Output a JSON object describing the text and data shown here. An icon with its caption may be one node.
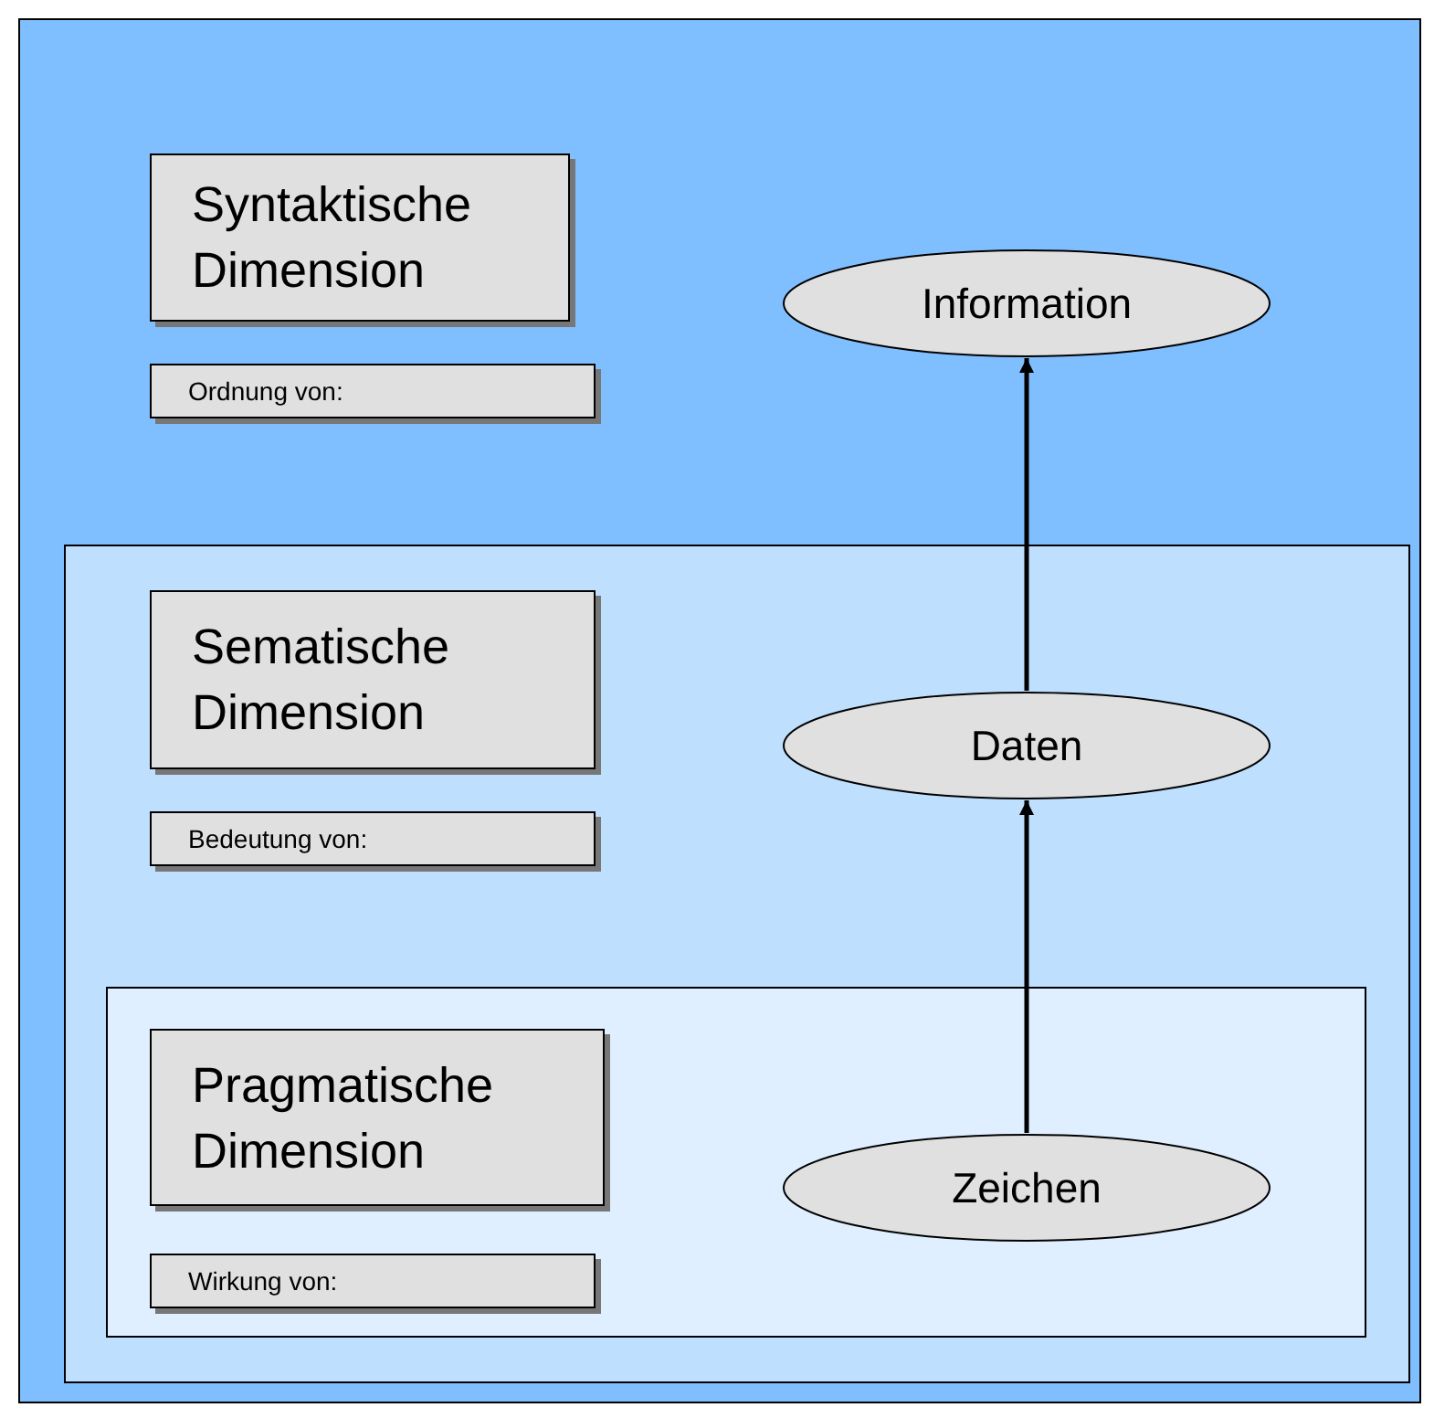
{
  "diagram": {
    "nodes": [
      {
        "text": [],
        "shape": "box"
      },
      {
        "text": [
          "Syntaktische Dimension"
        ],
        "in": 0
      },
      {
        "text": [
          "Ordnung von:"
        ],
        "in": 0
      },
      {
        "text": [
          "Information"
        ],
        "in": 0
      },
      {
        "text": [],
        "shape": "box",
        "in": 0
      },
      {
        "text": [
          "Sematische Dimension"
        ],
        "in": 4
      },
      {
        "text": [
          "Bedeutung von:"
        ],
        "in": 4
      },
      {
        "text": [
          "Daten"
        ],
        "in": 4
      },
      {
        "text": [],
        "shape": "box",
        "in": 4
      },
      {
        "text": [
          "Pragmatische Dimension"
        ],
        "in": 8
      },
      {
        "text": [
          "Wirkung von:"
        ],
        "in": 8
      },
      {
        "text": [
          "Zeichen"
        ],
        "in": 8
      }
    ],
    "edges": [
      {
        "from": 11,
        "to": 7,
        "arrow": "to"
      },
      {
        "from": 7,
        "to": 3,
        "arrow": "to"
      }
    ]
  }
}
